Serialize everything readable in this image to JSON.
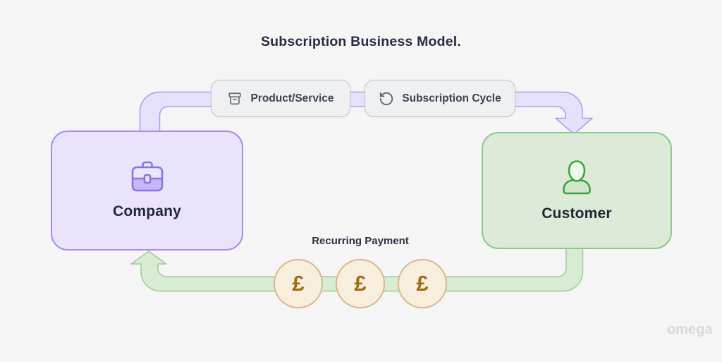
{
  "title": "Subscription Business Model.",
  "nodes": {
    "company": {
      "label": "Company",
      "icon": "briefcase"
    },
    "customer": {
      "label": "Customer",
      "icon": "person"
    }
  },
  "flow_steps": {
    "product_service": {
      "label": "Product/Service",
      "icon": "archive-box"
    },
    "subscription_cycle": {
      "label": "Subscription Cycle",
      "icon": "rotate-ccw"
    }
  },
  "payment": {
    "label": "Recurring Payment",
    "coins": [
      "£",
      "£",
      "£"
    ]
  },
  "watermark": "omega",
  "colors": {
    "background": "#f5f5f6",
    "company_fill": "#e9e4fc",
    "company_border": "#a78bf2",
    "customer_fill": "#dcead7",
    "customer_border": "#8dc88d",
    "purple_band_fill": "#e6e1fb",
    "purple_band_stroke": "#a99cf1",
    "green_band_fill": "#d8ebd3",
    "green_band_stroke": "#9fcb9a",
    "pill_fill": "#eef0f1",
    "pill_border": "#bfc3c9",
    "coin_fill": "#f7eedd",
    "coin_border": "#d8b88e",
    "coin_symbol": "#9c6d12",
    "text_dark": "#272e41",
    "watermark": "#d8d8dd"
  }
}
